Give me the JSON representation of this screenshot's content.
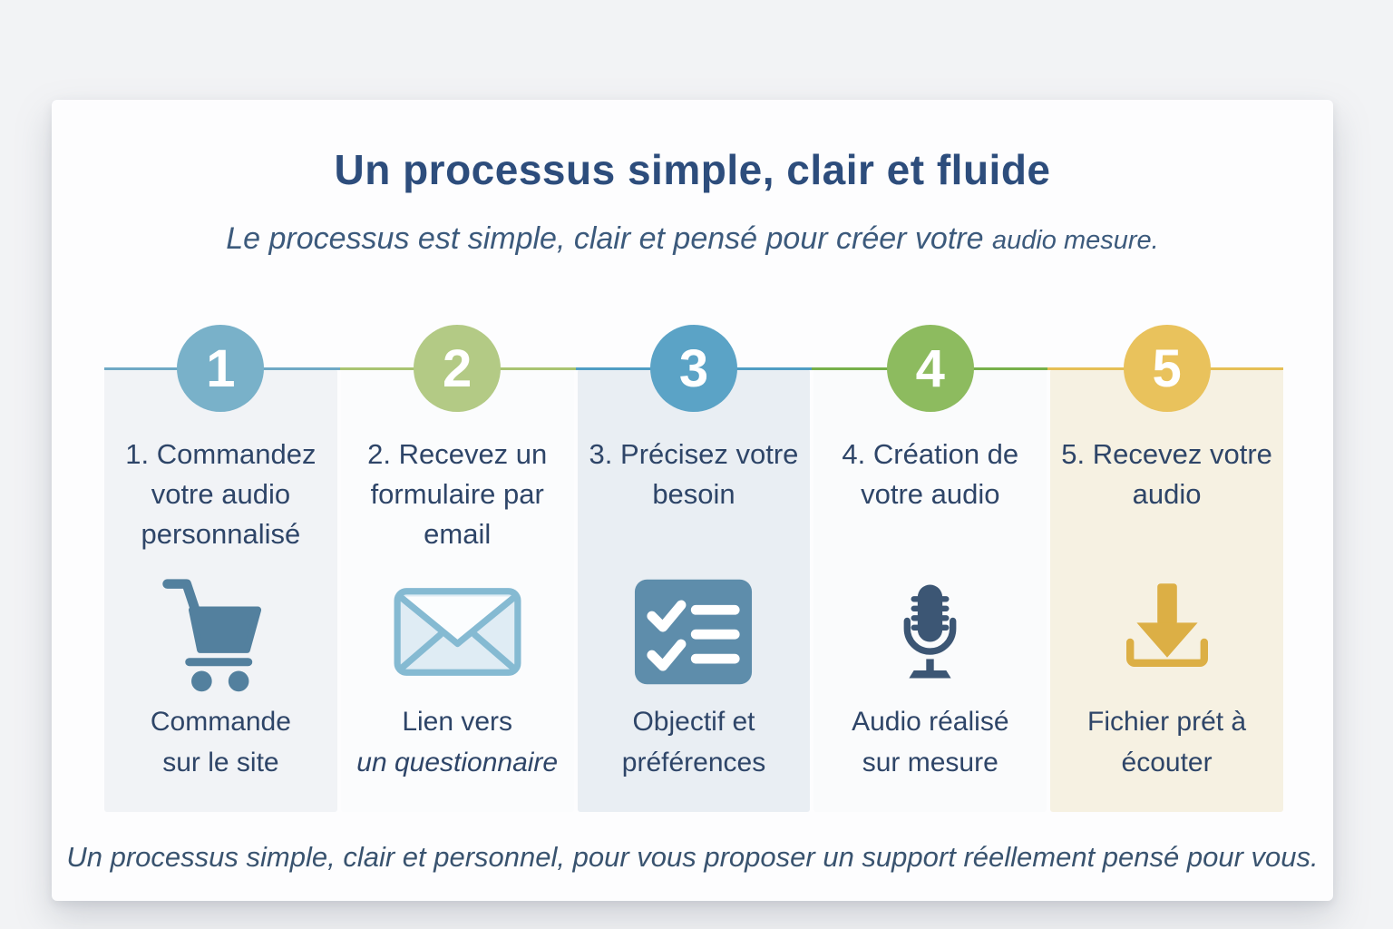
{
  "page": {
    "title": "Un processus simple, clair et fluide",
    "subtitle_main": "Le processus est simple, clair et pensé pour créer votre ",
    "subtitle_small": "audio mesure.",
    "footer": "Un processus simple, clair et personnel, pour vous proposer un support réellement pensé pour vous."
  },
  "colors": {
    "title_text": "#2d4d7c",
    "body_text": "#2e4568",
    "step1_accent": "#79b1c9",
    "step2_accent": "#b3ca85",
    "step3_accent": "#5ba3c6",
    "step4_accent": "#8dbb5f",
    "step5_accent": "#e9c25c",
    "cart_icon": "#53809e",
    "envelope_icon": "#85bad2",
    "checklist_icon": "#5e8dab",
    "microphone_icon": "#3c5674",
    "download_icon": "#dcaf45"
  },
  "steps": [
    {
      "number": "1",
      "title": "1. Commandez votre audio personnalisé",
      "icon": "shopping-cart-icon",
      "caption_line1": "Commande",
      "caption_line2": "sur le site"
    },
    {
      "number": "2",
      "title": "2. Recevez un formulaire par email",
      "icon": "envelope-icon",
      "caption_line1": "Lien vers",
      "caption_line2": "un questionnaire"
    },
    {
      "number": "3",
      "title": "3. Précisez votre besoin",
      "icon": "checklist-icon",
      "caption_line1": "Objectif et",
      "caption_line2": "préférences"
    },
    {
      "number": "4",
      "title": "4. Création de votre audio",
      "icon": "microphone-icon",
      "caption_line1": "Audio réalisé",
      "caption_line2": "sur mesure"
    },
    {
      "number": "5",
      "title": "5. Recevez votre audio",
      "icon": "download-icon",
      "caption_line1": "Fichier prét à",
      "caption_line2": "écouter"
    }
  ]
}
